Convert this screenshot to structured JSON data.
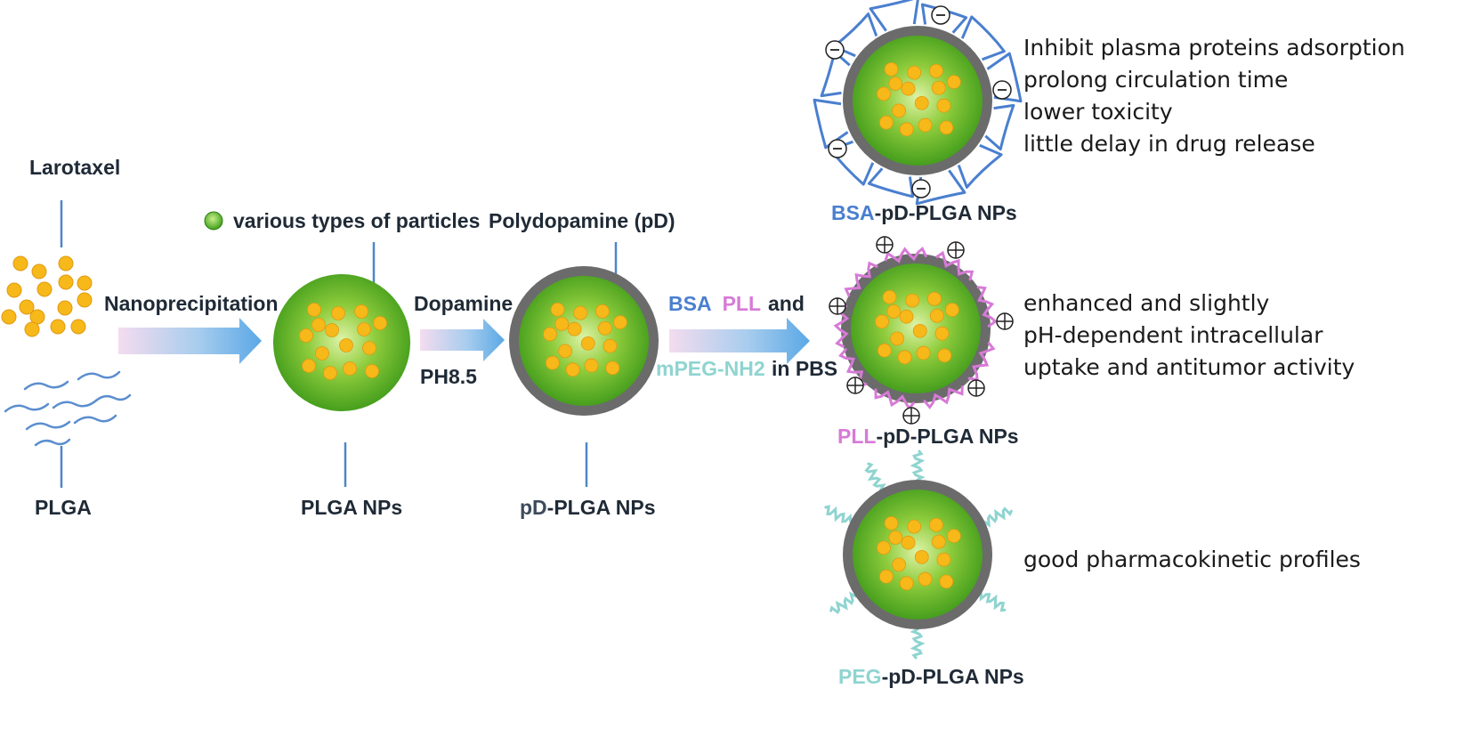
{
  "labels": {
    "larotaxel": "Larotaxel",
    "plga": "PLGA",
    "legend_particles": "various types of particles",
    "nanoprecipitation": "Nanoprecipitation",
    "plga_nps": "PLGA NPs",
    "polydopamine": "Polydopamine (pD)",
    "dopamine": "Dopamine",
    "ph": "PH8.5",
    "pd_plga_prefix": "pD",
    "pd_plga_suffix": "-PLGA  NPs",
    "bsa": "BSA",
    "pll": "PLL",
    "and": "and",
    "mpeg": "mPEG-NH2",
    "in_pbs": "in PBS"
  },
  "products": {
    "bsa": {
      "coat": "BSA",
      "suffix": "-pD-PLGA  NPs"
    },
    "pll": {
      "coat": "PLL",
      "suffix": "-pD-PLGA  NPs"
    },
    "peg": {
      "coat": "PEG",
      "suffix": "-pD-PLGA  NPs"
    }
  },
  "descriptions": {
    "bsa": [
      "Inhibit plasma proteins adsorption",
      "prolong circulation time",
      "lower toxicity",
      "little delay in drug release"
    ],
    "pll": [
      "enhanced and slightly",
      "pH-dependent intracellular",
      "uptake and antitumor activity"
    ],
    "peg": [
      "good pharmacokinetic profiles"
    ]
  },
  "colors": {
    "core_green": "#3f9f1c",
    "core_light": "#d8ef9a",
    "drug_yellow": "#f7b81a",
    "shell_gray": "#6b6b6b",
    "bsa_blue": "#4a7fcf",
    "pll_pink": "#d77ad7",
    "peg_teal": "#8fd4d0",
    "arrow_blue": "#6aaee6",
    "leader_blue": "#4f86c6"
  }
}
